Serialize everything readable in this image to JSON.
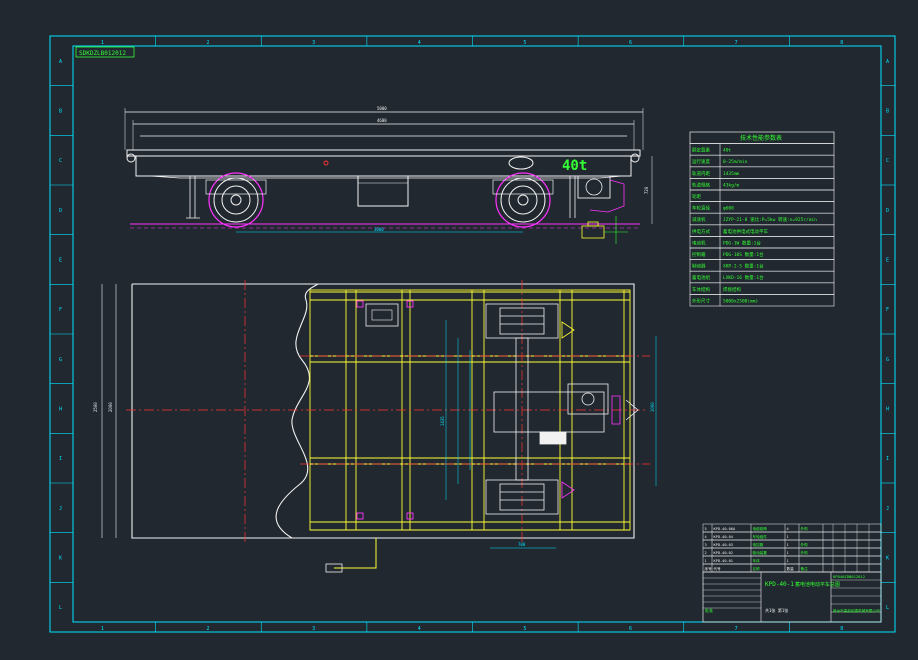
{
  "colors": {
    "background": "#212830",
    "frame": "#00e5ff",
    "profile": "#f2f2f2",
    "table": "#33ff33",
    "steel": "#ffff33",
    "centerline": "#ff3333",
    "motor": "#ff33ff",
    "dim": "#00e5ff",
    "accent": "#ff66cc"
  },
  "zone_cols": [
    "1",
    "2",
    "3",
    "4",
    "5",
    "6",
    "7",
    "8"
  ],
  "zone_rows": [
    "A",
    "B",
    "C",
    "D",
    "E",
    "F",
    "G",
    "H",
    "I",
    "J",
    "K",
    "L"
  ],
  "drawing_tag": "SDKDZLB012012",
  "load_label": "40t",
  "spec_table": {
    "title": "技术性能参数表",
    "rows": [
      [
        "额定载重",
        "40t"
      ],
      [
        "运行速度",
        "0-25m/min"
      ],
      [
        "轨道内距",
        "1435mm"
      ],
      [
        "轨道规格",
        "43kg/m"
      ],
      [
        "轮距",
        ""
      ],
      [
        "车轮直径",
        "φ600"
      ],
      [
        "减速机",
        "JZYP-21-8 速比:P=5kw 转速:n=925r/min"
      ],
      [
        "供电方式",
        "蓄电池供电式电动平车"
      ],
      [
        "电动机",
        "PDG-1W 数量:1台"
      ],
      [
        "控制箱",
        "PDG-10S 数量:1台"
      ],
      [
        "制动器",
        "XKP-2-5 数量:1台"
      ],
      [
        "蓄电池组",
        "LXKD-16 数量:1台"
      ],
      [
        "车体结构",
        "焊接结构"
      ],
      [
        "外形尺寸",
        "5000x2500(mm)"
      ]
    ]
  },
  "title_block": {
    "bom_rows": [
      [
        "5",
        "KPD-40-06A",
        "电缆卷筒",
        "4",
        "外购"
      ],
      [
        "4",
        "KPD-40-04",
        "车轮组件",
        "1",
        ""
      ],
      [
        "3",
        "KPD-40-03",
        "电控箱",
        "1",
        "外购"
      ],
      [
        "2",
        "KPD-40-02",
        "驱动装置",
        "1",
        "外购"
      ],
      [
        "1",
        "KPD-40-01",
        "车体",
        "1",
        ""
      ]
    ],
    "header": [
      "序号",
      "代号",
      "名称",
      "数量",
      "备注"
    ],
    "drawing_no": "KPD-40-1",
    "drawing_title": "蓄电池电动平车总图",
    "company_code": "KPD40ZDB012012",
    "company": "新乡市高起起重机械有限公司",
    "sheet_label": "共1张 第1张",
    "approval": "批准"
  },
  "dims": {
    "top_overall": "5000",
    "top_inner": "4600",
    "top_height": "720",
    "top_wheelbase": "3000",
    "plan_width": "2500",
    "plan_rail": "1435",
    "plan_inner": "2000",
    "plan_right": "1000",
    "plan_bottom": "700"
  }
}
